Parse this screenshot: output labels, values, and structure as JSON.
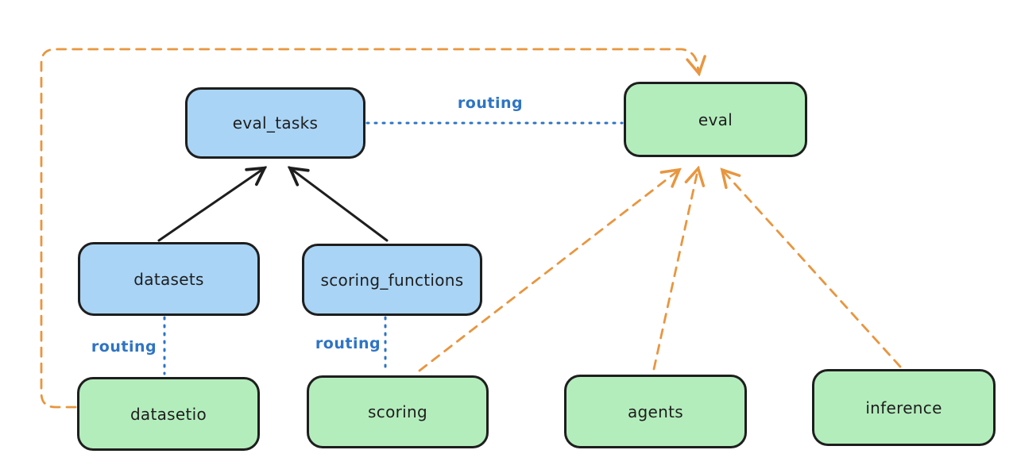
{
  "diagram": {
    "nodes": [
      {
        "id": "eval_tasks",
        "label": "eval_tasks",
        "color": "blue"
      },
      {
        "id": "eval",
        "label": "eval",
        "color": "green"
      },
      {
        "id": "datasets",
        "label": "datasets",
        "color": "blue"
      },
      {
        "id": "scoring_functions",
        "label": "scoring_functions",
        "color": "blue"
      },
      {
        "id": "datasetio",
        "label": "datasetio",
        "color": "green"
      },
      {
        "id": "scoring",
        "label": "scoring",
        "color": "green"
      },
      {
        "id": "agents",
        "label": "agents",
        "color": "green"
      },
      {
        "id": "inference",
        "label": "inference",
        "color": "green"
      }
    ],
    "edges": [
      {
        "from": "datasets",
        "to": "eval_tasks",
        "style": "solid-black-arrow"
      },
      {
        "from": "scoring_functions",
        "to": "eval_tasks",
        "style": "solid-black-arrow"
      },
      {
        "from": "eval_tasks",
        "to": "eval",
        "style": "dotted-blue",
        "label": "routing"
      },
      {
        "from": "datasets",
        "to": "datasetio",
        "style": "dotted-blue",
        "label": "routing"
      },
      {
        "from": "scoring_functions",
        "to": "scoring",
        "style": "dotted-blue",
        "label": "routing"
      },
      {
        "from": "datasetio",
        "to": "eval",
        "style": "dashed-orange-arrow"
      },
      {
        "from": "scoring",
        "to": "eval",
        "style": "dashed-orange-arrow"
      },
      {
        "from": "agents",
        "to": "eval",
        "style": "dashed-orange-arrow"
      },
      {
        "from": "inference",
        "to": "eval",
        "style": "dashed-orange-arrow"
      }
    ],
    "colors": {
      "node_blue_fill": "#a9d4f5",
      "node_green_fill": "#b4edbc",
      "node_stroke": "#1e1e1e",
      "routing_blue": "#2e74c4",
      "arrow_orange": "#e8963f",
      "arrow_black": "#1e1e1e",
      "background": "#ffffff"
    }
  }
}
